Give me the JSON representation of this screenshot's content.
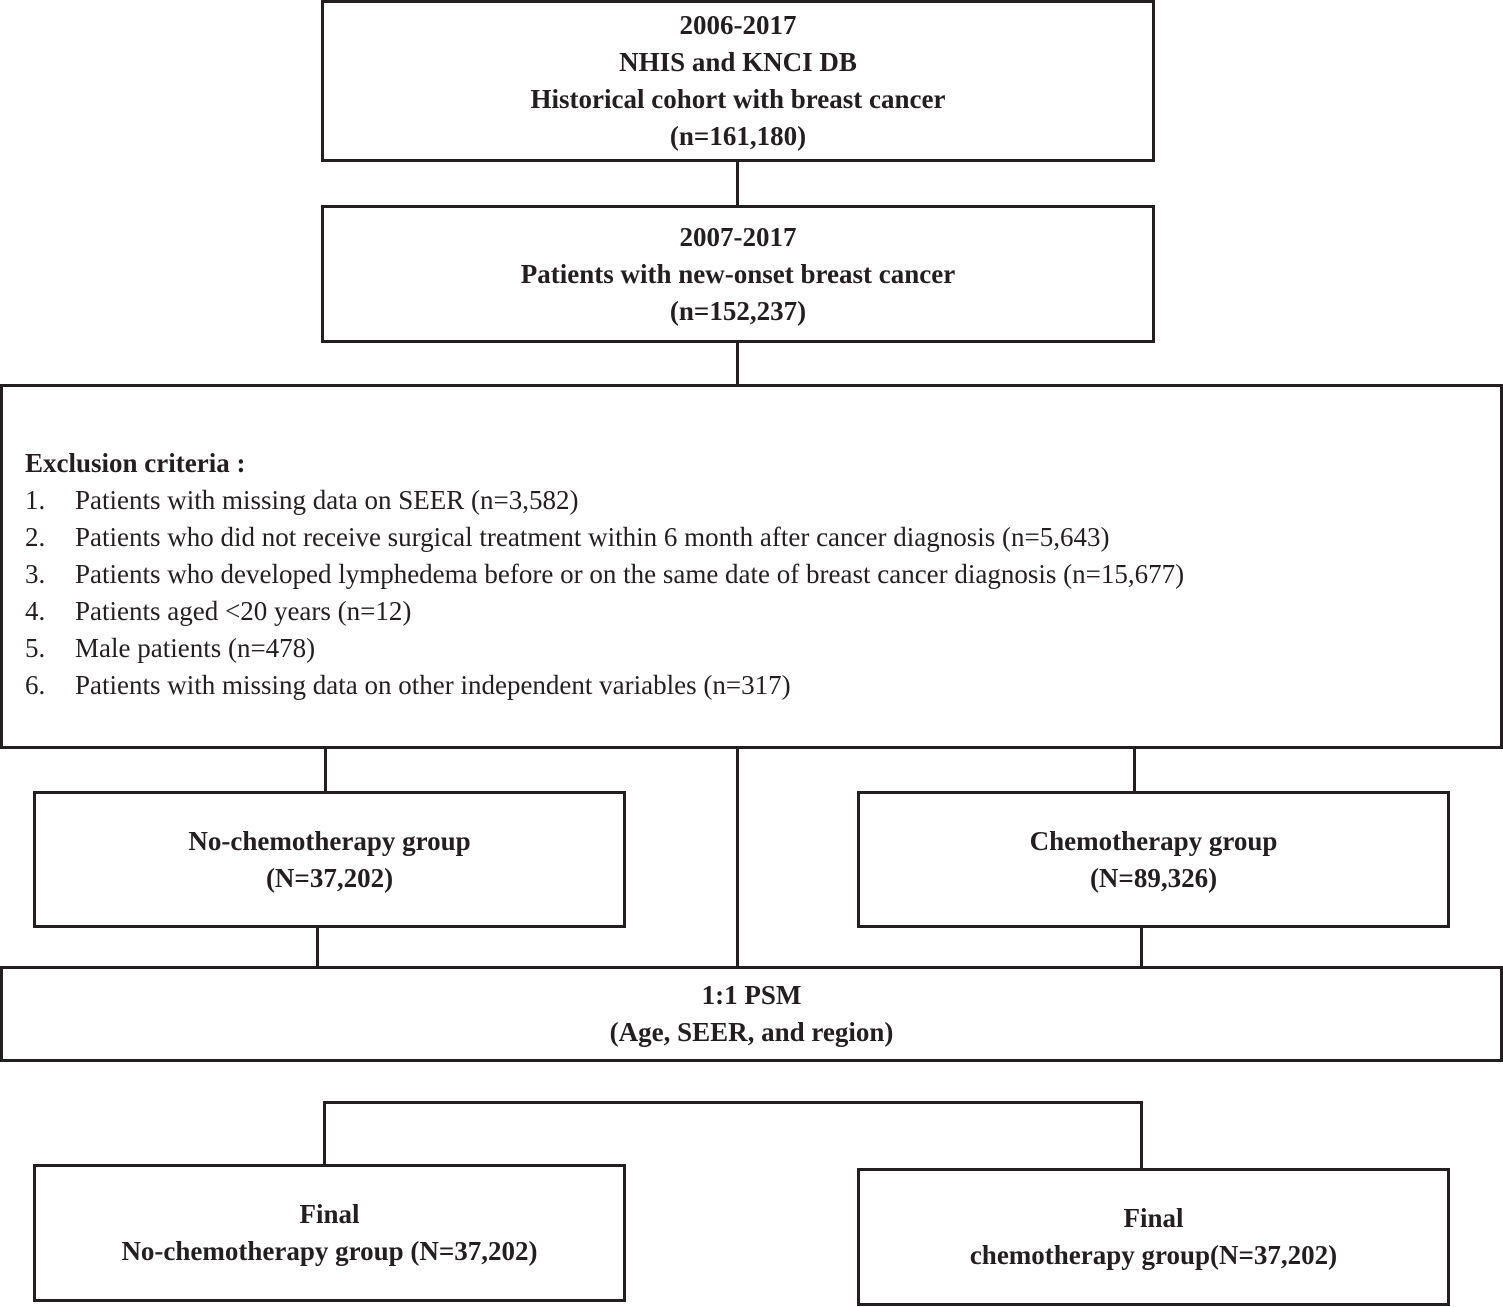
{
  "box1": {
    "line1": "2006-2017",
    "line2": "NHIS and KNCI DB",
    "line3": "Historical cohort with breast cancer",
    "line4": "(n=161,180)"
  },
  "box2": {
    "line1": "2007-2017",
    "line2": "Patients with new-onset breast cancer",
    "line3": "(n=152,237)"
  },
  "exclusion": {
    "title": "Exclusion criteria :",
    "items": [
      {
        "num": "1.",
        "text": "Patients with missing data on SEER (n=3,582)"
      },
      {
        "num": "2.",
        "text": "Patients who did not receive surgical treatment within 6 month after cancer diagnosis (n=5,643)"
      },
      {
        "num": "3.",
        "text": "Patients who developed lymphedema before or on the same date of breast cancer diagnosis (n=15,677)"
      },
      {
        "num": "4.",
        "text": "Patients aged <20 years (n=12)"
      },
      {
        "num": "5.",
        "text": "Male patients (n=478)"
      },
      {
        "num": "6.",
        "text": "Patients with missing data on other independent variables (n=317)"
      }
    ]
  },
  "no_chemo": {
    "line1": "No-chemotherapy group",
    "line2": "(N=37,202)"
  },
  "chemo": {
    "line1": "Chemotherapy group",
    "line2": "(N=89,326)"
  },
  "psm": {
    "line1": "1:1 PSM",
    "line2": "(Age, SEER, and region)"
  },
  "final_no_chemo": {
    "line1": "Final",
    "line2": "No-chemotherapy group (N=37,202)"
  },
  "final_chemo": {
    "line1": "Final",
    "line2": "chemotherapy group(N=37,202)"
  }
}
